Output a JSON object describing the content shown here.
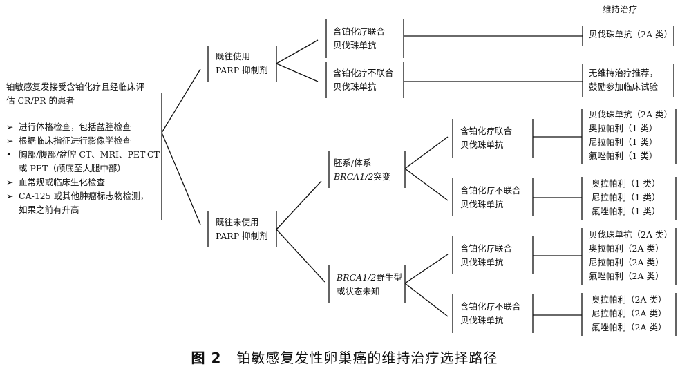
{
  "header": {
    "maintenance": "维持治疗"
  },
  "patient": {
    "title_lines": [
      "铂敏感复发接受含铂化疗且经临床评",
      "估 CR/PR 的患者"
    ],
    "checks": [
      {
        "marker": "➢",
        "lines": [
          "进行体格检查，包括盆腔检查"
        ]
      },
      {
        "marker": "➢",
        "lines": [
          "根据临床指征进行影像学检查"
        ]
      },
      {
        "marker": "•",
        "lines": [
          "胸部/腹部/盆腔 CT、MRI、PET-CT",
          "或 PET（颅底至大腿中部）"
        ]
      },
      {
        "marker": "➢",
        "lines": [
          "血常规或临床生化检查"
        ]
      },
      {
        "marker": "➢",
        "lines": [
          "CA-125 或其他肿瘤标志物检测，",
          "如果之前有升高"
        ]
      }
    ]
  },
  "prior_parp": {
    "yes": [
      "既往使用",
      "PARP 抑制剂"
    ],
    "no": [
      "既往未使用",
      "PARP 抑制剂"
    ]
  },
  "mutation": {
    "mut": {
      "italic": "BRCA1/2",
      "line1_prefix": "胚系/体系",
      "line2_suffix": "突变"
    },
    "wt": {
      "italic": "BRCA1/2",
      "line1_suffix": "野生型",
      "line2": "或状态未知"
    }
  },
  "chemo": {
    "with_bev": [
      "含铂化疗联合",
      "贝伐珠单抗"
    ],
    "without_bev": [
      "含铂化疗不联合",
      "贝伐珠单抗"
    ]
  },
  "outcomes": {
    "o1": [
      "贝伐珠单抗（2A 类）"
    ],
    "o2": [
      "无维持治疗推荐，",
      "鼓励参加临床试验"
    ],
    "o3": [
      "贝伐珠单抗（2A 类）",
      "奥拉帕利（1 类）",
      "尼拉帕利（1 类）",
      "氟唑帕利（1 类）"
    ],
    "o4": [
      "奥拉帕利（1 类）",
      "尼拉帕利（1 类）",
      "氟唑帕利（1 类）"
    ],
    "o5": [
      "贝伐珠单抗（2A 类）",
      "奥拉帕利（2A 类）",
      "尼拉帕利（2A 类）",
      "氟唑帕利（2A 类）"
    ],
    "o6": [
      "奥拉帕利（2A 类）",
      "尼拉帕利（2A 类）",
      "氟唑帕利（2A 类）"
    ]
  },
  "caption": {
    "label": "图 2",
    "text": "铂敏感复发性卵巢癌的维持治疗选择路径"
  }
}
